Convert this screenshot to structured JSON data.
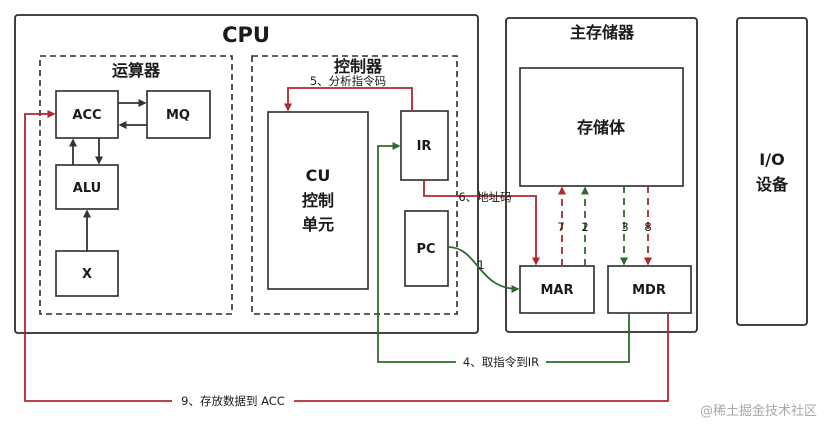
{
  "cpu": {
    "title": "CPU",
    "alu_group": {
      "title": "运算器",
      "acc": "ACC",
      "mq": "MQ",
      "alu": "ALU",
      "x": "X"
    },
    "control_group": {
      "title": "控制器",
      "cu_line1": "CU",
      "cu_line2": "控制",
      "cu_line3": "单元",
      "ir": "IR",
      "pc": "PC"
    }
  },
  "memory": {
    "title": "主存储器",
    "body": "存储体",
    "mar": "MAR",
    "mdr": "MDR"
  },
  "io": {
    "line1": "I/O",
    "line2": "设备"
  },
  "flow_labels": {
    "step1": "1",
    "step2": "2",
    "step3": "3",
    "step4": "4、取指令到IR",
    "step5": "5、分析指令码",
    "step6": "6、地址码",
    "step7": "7",
    "step8": "8",
    "step9": "9、存放数据到 ACC"
  },
  "watermark": "@稀土掘金技术社区",
  "colors": {
    "red": "#b3262a",
    "green": "#2e6b2e",
    "black": "#333333"
  }
}
